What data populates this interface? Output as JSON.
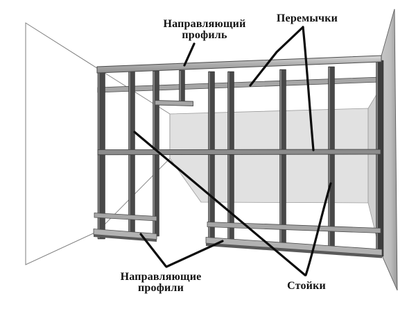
{
  "labels": {
    "guide_profile": {
      "lines": [
        "Направляющий",
        "профиль"
      ]
    },
    "crossbars": {
      "lines": [
        "Перемычки"
      ]
    },
    "guide_profiles": {
      "lines": [
        "Направляющие",
        "профили"
      ]
    },
    "studs": {
      "lines": [
        "Стойки"
      ]
    }
  },
  "colors": {
    "background": "#ffffff",
    "stud": "#484848",
    "stud_corner": "#3e3e3e",
    "stud_highlight": "#989898",
    "rail": "#a6a6a6",
    "rail_middle": "#8c8c8c",
    "track_light": "#b2b2b2",
    "track_shadow": "#5a5a5a",
    "back_wall": "#e1e1e1",
    "side_return_wall": "#d0d0d0",
    "right_wall": "#bcbcbc",
    "wall_outline": "#8a8a8a",
    "leader_line": "#0d0d0d",
    "label_text": "#111111"
  }
}
